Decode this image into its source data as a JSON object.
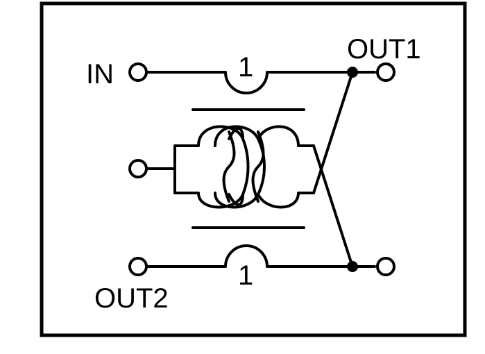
{
  "diagram": {
    "labels": {
      "in": "IN",
      "out1": "OUT1",
      "out2": "OUT2"
    },
    "winding_top_number": "1",
    "winding_bottom_number": "1"
  }
}
